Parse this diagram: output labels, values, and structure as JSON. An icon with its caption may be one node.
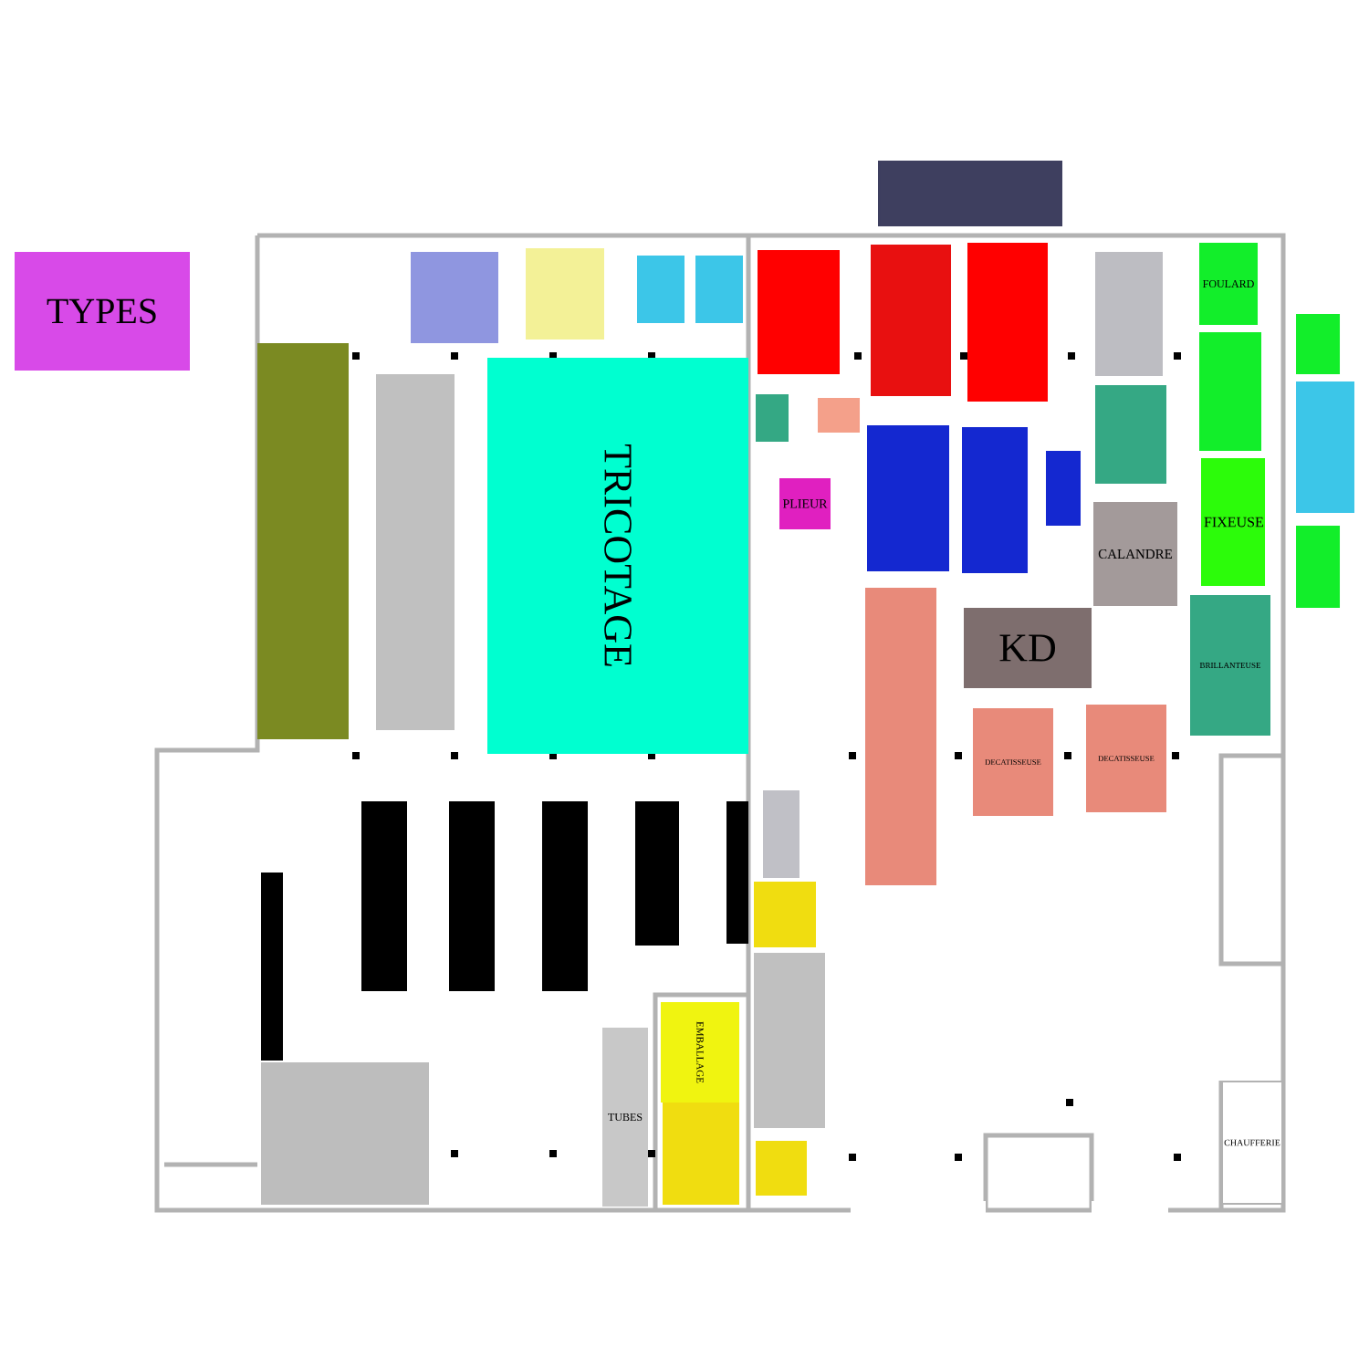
{
  "diagram": {
    "nodes": [
      {
        "text": [
          "TYPES"
        ]
      },
      {
        "text": [],
        "shape": "box"
      },
      {
        "text": [],
        "shape": "box"
      },
      {
        "text": [],
        "shape": "box"
      },
      {
        "text": [],
        "shape": "box"
      },
      {
        "text": [],
        "shape": "box"
      },
      {
        "text": [],
        "shape": "box"
      },
      {
        "text": [],
        "shape": "box"
      },
      {
        "text": [],
        "shape": "box"
      },
      {
        "text": [],
        "shape": "box"
      },
      {
        "text": [
          "FOULARD"
        ]
      },
      {
        "text": [],
        "shape": "box"
      },
      {
        "text": [],
        "shape": "box"
      },
      {
        "text": [],
        "shape": "box"
      },
      {
        "text": [
          "TRICOTAGE"
        ]
      },
      {
        "text": [],
        "shape": "box"
      },
      {
        "text": [],
        "shape": "box"
      },
      {
        "text": [],
        "shape": "box"
      },
      {
        "text": [],
        "shape": "box"
      },
      {
        "text": [],
        "shape": "box"
      },
      {
        "text": [],
        "shape": "box"
      },
      {
        "text": [],
        "shape": "box"
      },
      {
        "text": [],
        "shape": "box"
      },
      {
        "text": [
          "PLIEUR"
        ]
      },
      {
        "text": [
          "FIXEUSE"
        ]
      },
      {
        "text": [],
        "shape": "box"
      },
      {
        "text": [
          "CALANDRE"
        ]
      },
      {
        "text": [
          "KD"
        ]
      },
      {
        "text": [
          "BRILLANTEUSE"
        ]
      },
      {
        "text": [],
        "shape": "box"
      },
      {
        "text": [
          "DECATISSEUSE"
        ]
      },
      {
        "text": [
          "DECATISSEUSE"
        ]
      },
      {
        "text": [],
        "shape": "box"
      },
      {
        "text": [],
        "shape": "box"
      },
      {
        "text": [],
        "shape": "box"
      },
      {
        "text": [
          "EMBALLAGE"
        ]
      },
      {
        "text": [],
        "shape": "box"
      },
      {
        "text": [
          "TUBES"
        ]
      },
      {
        "text": [],
        "shape": "box"
      },
      {
        "text": [],
        "shape": "box"
      },
      {
        "text": [
          "CHAUFFERIE"
        ]
      }
    ]
  }
}
